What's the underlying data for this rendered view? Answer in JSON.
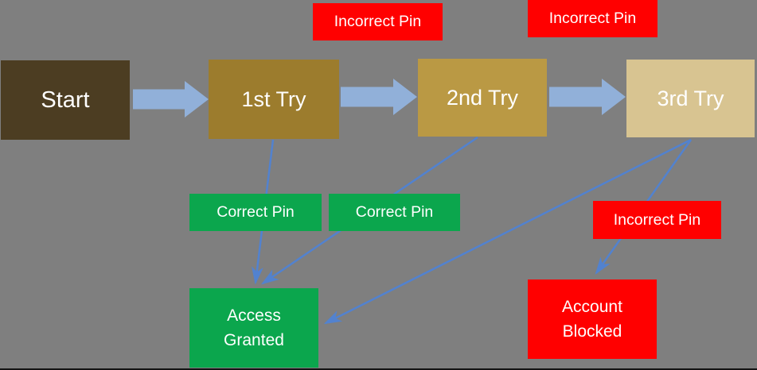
{
  "flow": {
    "steps": [
      {
        "id": "start",
        "label": "Start"
      },
      {
        "id": "try1",
        "label": "1st Try"
      },
      {
        "id": "try2",
        "label": "2nd Try"
      },
      {
        "id": "try3",
        "label": "3rd Try"
      }
    ],
    "edge_labels": [
      {
        "id": "incorrect-pin-1",
        "label": "Incorrect Pin",
        "type": "incorrect"
      },
      {
        "id": "incorrect-pin-2",
        "label": "Incorrect Pin",
        "type": "incorrect"
      },
      {
        "id": "incorrect-pin-3",
        "label": "Incorrect Pin",
        "type": "incorrect"
      },
      {
        "id": "correct-pin-1",
        "label": "Correct Pin",
        "type": "correct"
      },
      {
        "id": "correct-pin-2",
        "label": "Correct Pin",
        "type": "correct"
      }
    ],
    "outcomes": [
      {
        "id": "access-granted",
        "label": "Access Granted",
        "type": "success"
      },
      {
        "id": "account-blocked",
        "label": "Account Blocked",
        "type": "failure"
      }
    ],
    "connections": [
      "Start -> 1st Try",
      "1st Try -> 2nd Try (Incorrect Pin)",
      "2nd Try -> 3rd Try (Incorrect Pin)",
      "1st Try -> Access Granted (Correct Pin)",
      "2nd Try -> Access Granted (Correct Pin)",
      "3rd Try -> Access Granted (Correct Pin)",
      "3rd Try -> Account Blocked (Incorrect Pin)"
    ]
  },
  "colors": {
    "background": "#7f7f7f",
    "start_box": "#4c3d22",
    "try1_box": "#9c7c2d",
    "try2_box": "#ba9944",
    "try3_box": "#d8c491",
    "success_green": "#0ba64d",
    "failure_red": "#ff0000",
    "thick_arrow": "#91b0d9",
    "thin_arrow": "#5282cf",
    "text": "#ffffff"
  }
}
